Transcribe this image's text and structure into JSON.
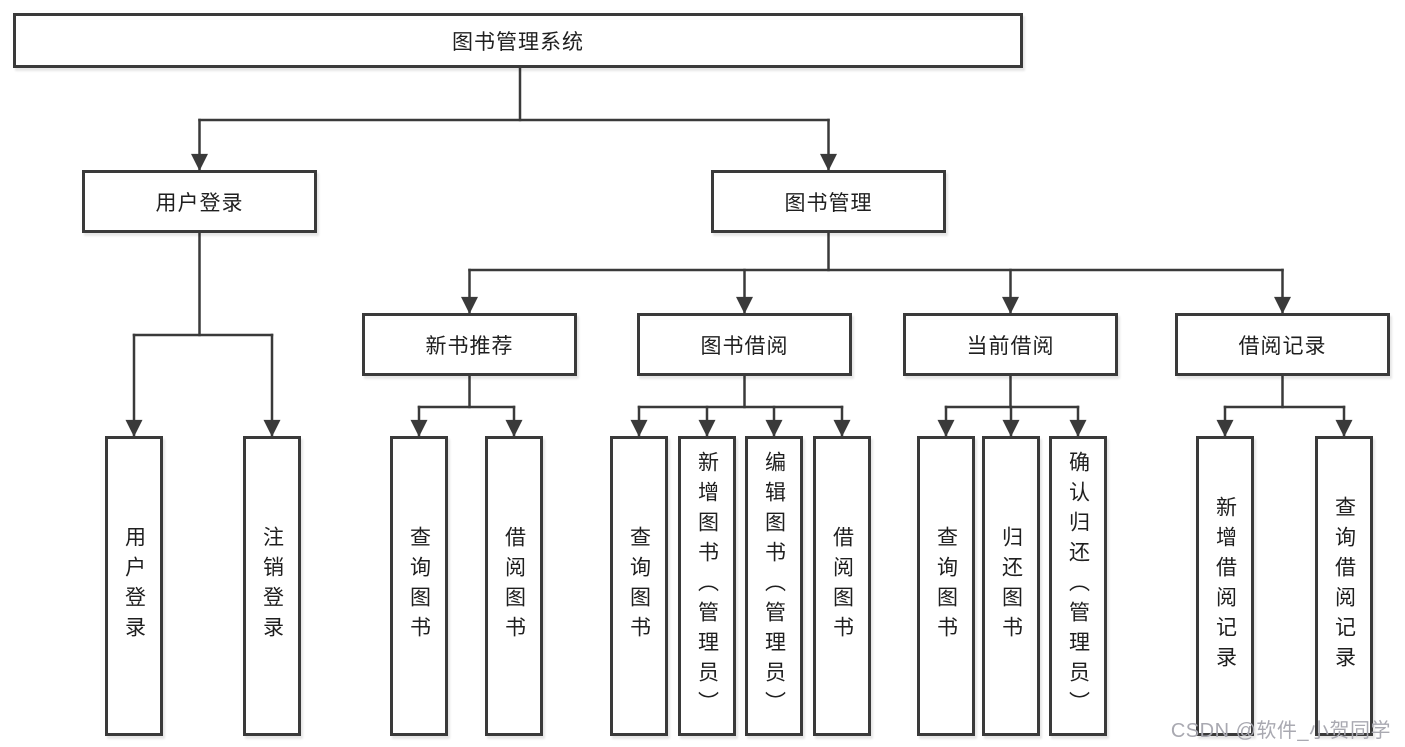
{
  "diagram_title": "图书管理系统",
  "colors": {
    "line": "#3a3a3a",
    "box_border": "#3a3a3a",
    "box_fill": "#ffffff",
    "text": "#1f1f1f",
    "watermark_text": "#a9a9b1",
    "background": "#ffffff"
  },
  "watermark": {
    "text": "CSDN @软件_小贺同学"
  },
  "tree": {
    "root": {
      "label": "图书管理系统"
    },
    "children": [
      {
        "label": "用户登录",
        "children": [
          {
            "label": "用户登录"
          },
          {
            "label": "注销登录"
          }
        ]
      },
      {
        "label": "图书管理",
        "children": [
          {
            "label": "新书推荐",
            "children": [
              {
                "label": "查询图书"
              },
              {
                "label": "借阅图书"
              }
            ]
          },
          {
            "label": "图书借阅",
            "children": [
              {
                "label": "查询图书"
              },
              {
                "label": "新增图书（管理员）"
              },
              {
                "label": "编辑图书（管理员）"
              },
              {
                "label": "借阅图书"
              }
            ]
          },
          {
            "label": "当前借阅",
            "children": [
              {
                "label": "查询图书"
              },
              {
                "label": "归还图书"
              },
              {
                "label": "确认归还（管理员）"
              }
            ]
          },
          {
            "label": "借阅记录",
            "children": [
              {
                "label": "新增借阅记录"
              },
              {
                "label": "查询借阅记录"
              }
            ]
          }
        ]
      }
    ]
  }
}
